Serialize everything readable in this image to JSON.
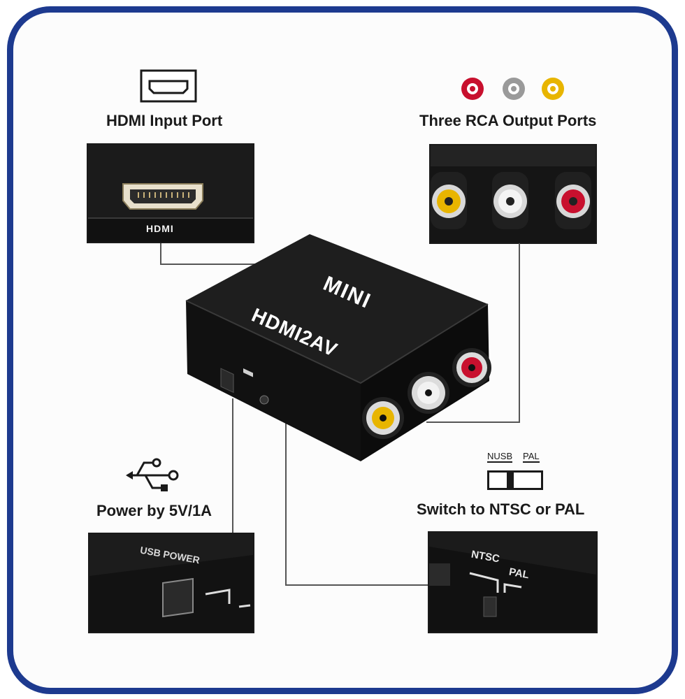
{
  "features": {
    "hdmi_input": {
      "title": "HDMI Input Port",
      "port_label": "HDMI"
    },
    "rca_output": {
      "title": "Three RCA Output Ports"
    },
    "power": {
      "title": "Power by 5V/1A",
      "port_label": "USB POWER"
    },
    "switch": {
      "title": "Switch to NTSC or PAL",
      "left_label": "NUSB",
      "right_label": "PAL",
      "panel_left": "NTSC",
      "panel_right": "PAL"
    }
  },
  "device": {
    "top_label": "MINI",
    "front_label": "HDMI2AV"
  },
  "colors": {
    "frame": "#1d3a8f",
    "rca_red": "#c8102e",
    "rca_white": "#cfcfcf",
    "rca_yellow": "#e8b500",
    "device": "#151515"
  },
  "icons": [
    "hdmi-port-icon",
    "rca-dots-icon",
    "usb-icon",
    "toggle-switch-icon"
  ]
}
